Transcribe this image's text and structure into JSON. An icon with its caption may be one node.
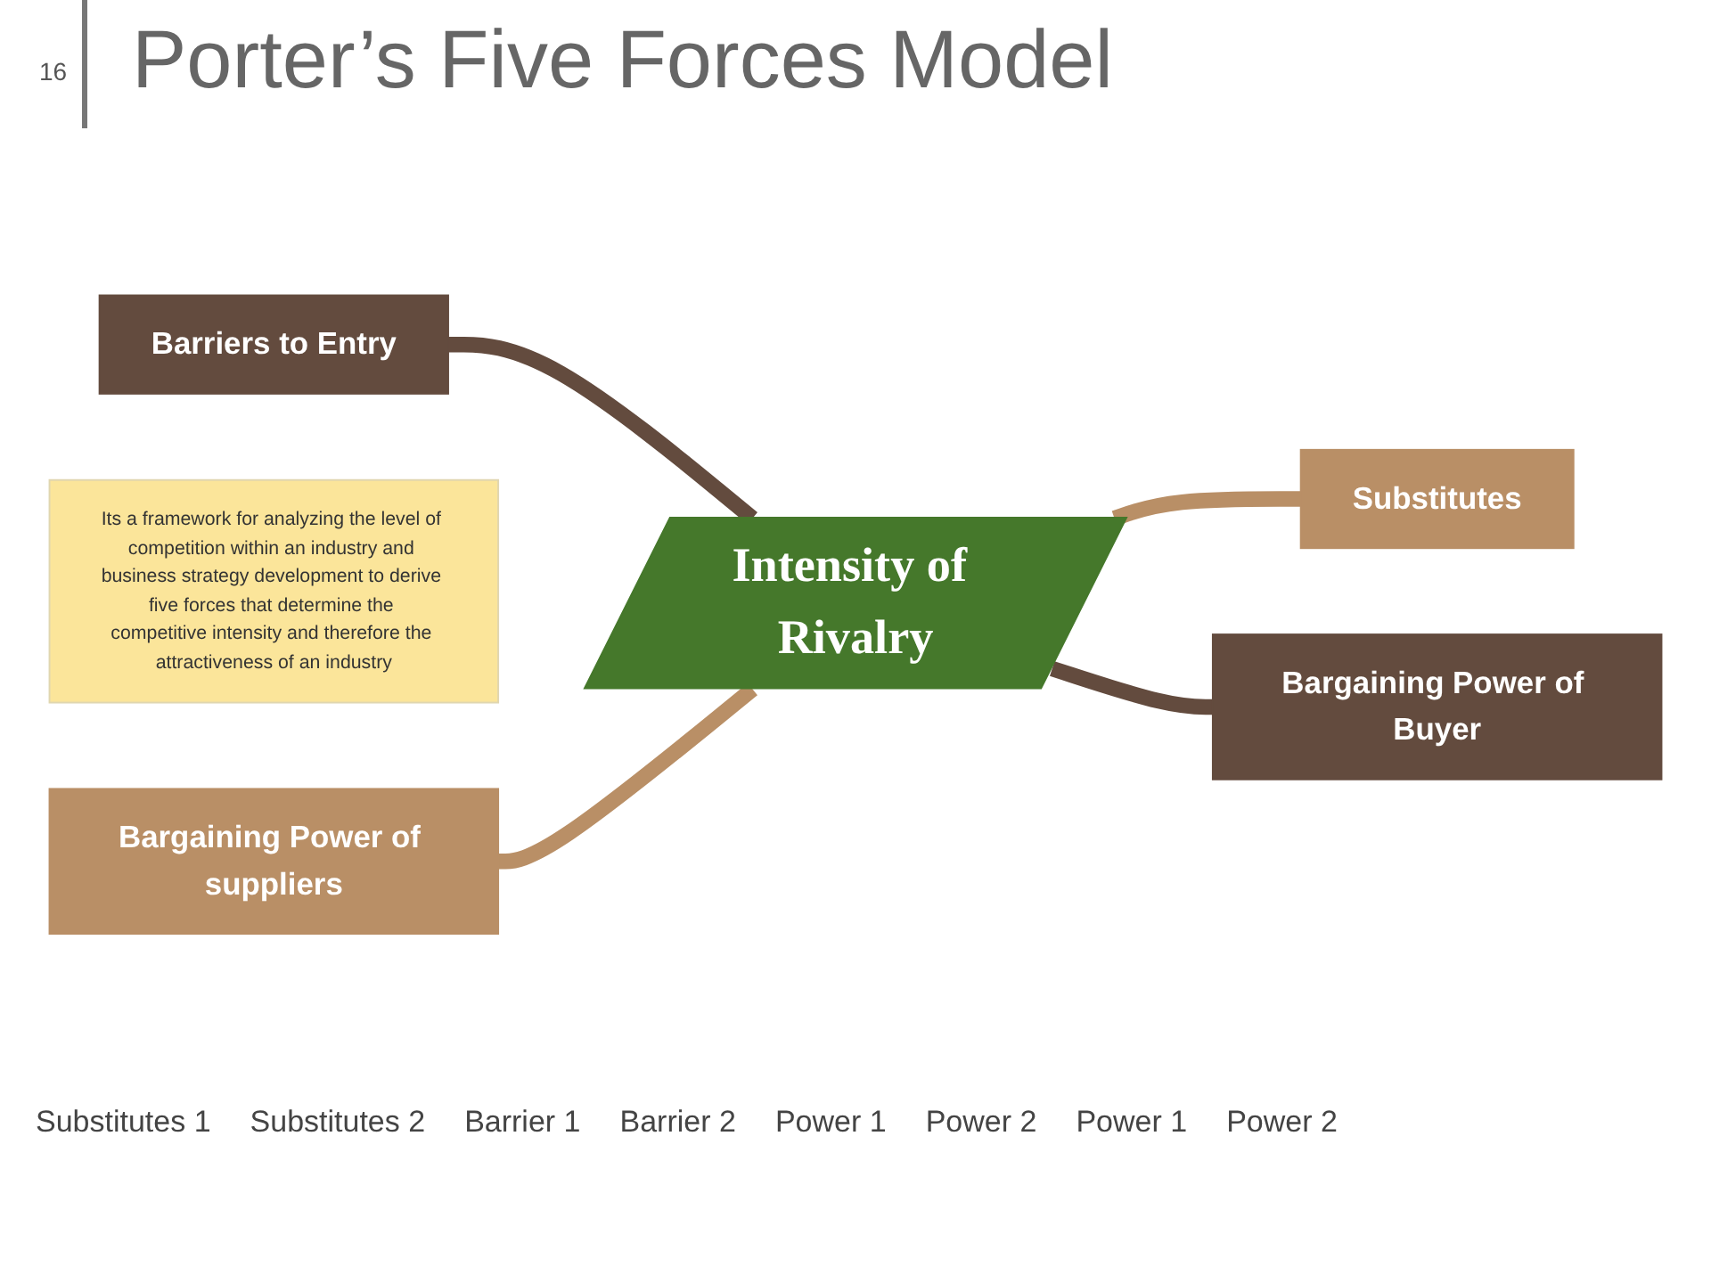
{
  "diagram": {
    "title": "Porter’s Five Forces Model",
    "nodes": [
      {
        "text": [
          "Barriers to Entry"
        ]
      },
      {
        "text": [
          "Its a framework for analyzing the level of competition within an industry and business strategy development to derive five forces that determine the competitive intensity and therefore the attractiveness of an industry"
        ]
      },
      {
        "text": [
          "Substitutes"
        ]
      },
      {
        "text": [
          "Intensity of Rivalry"
        ]
      },
      {
        "text": [
          "Bargaining Power of suppliers"
        ]
      },
      {
        "text": [
          "Bargaining Power of Buyer"
        ]
      }
    ],
    "edges": [
      {
        "from": 0,
        "to": 3,
        "arrow": "none",
        "color": "#634b3e"
      },
      {
        "from": 3,
        "to": 2,
        "arrow": "none",
        "color": "#b98f66"
      },
      {
        "from": 4,
        "to": 3,
        "arrow": "none",
        "color": "#b98f66"
      },
      {
        "from": 3,
        "to": 5,
        "arrow": "none",
        "color": "#634b3e"
      }
    ],
    "labels": [
      "16",
      "Substitutes 1",
      "Substitutes 2",
      "Barrier 1",
      "Barrier 2",
      "Power 1",
      "Power 2",
      "Power 1",
      "Power 2"
    ]
  }
}
